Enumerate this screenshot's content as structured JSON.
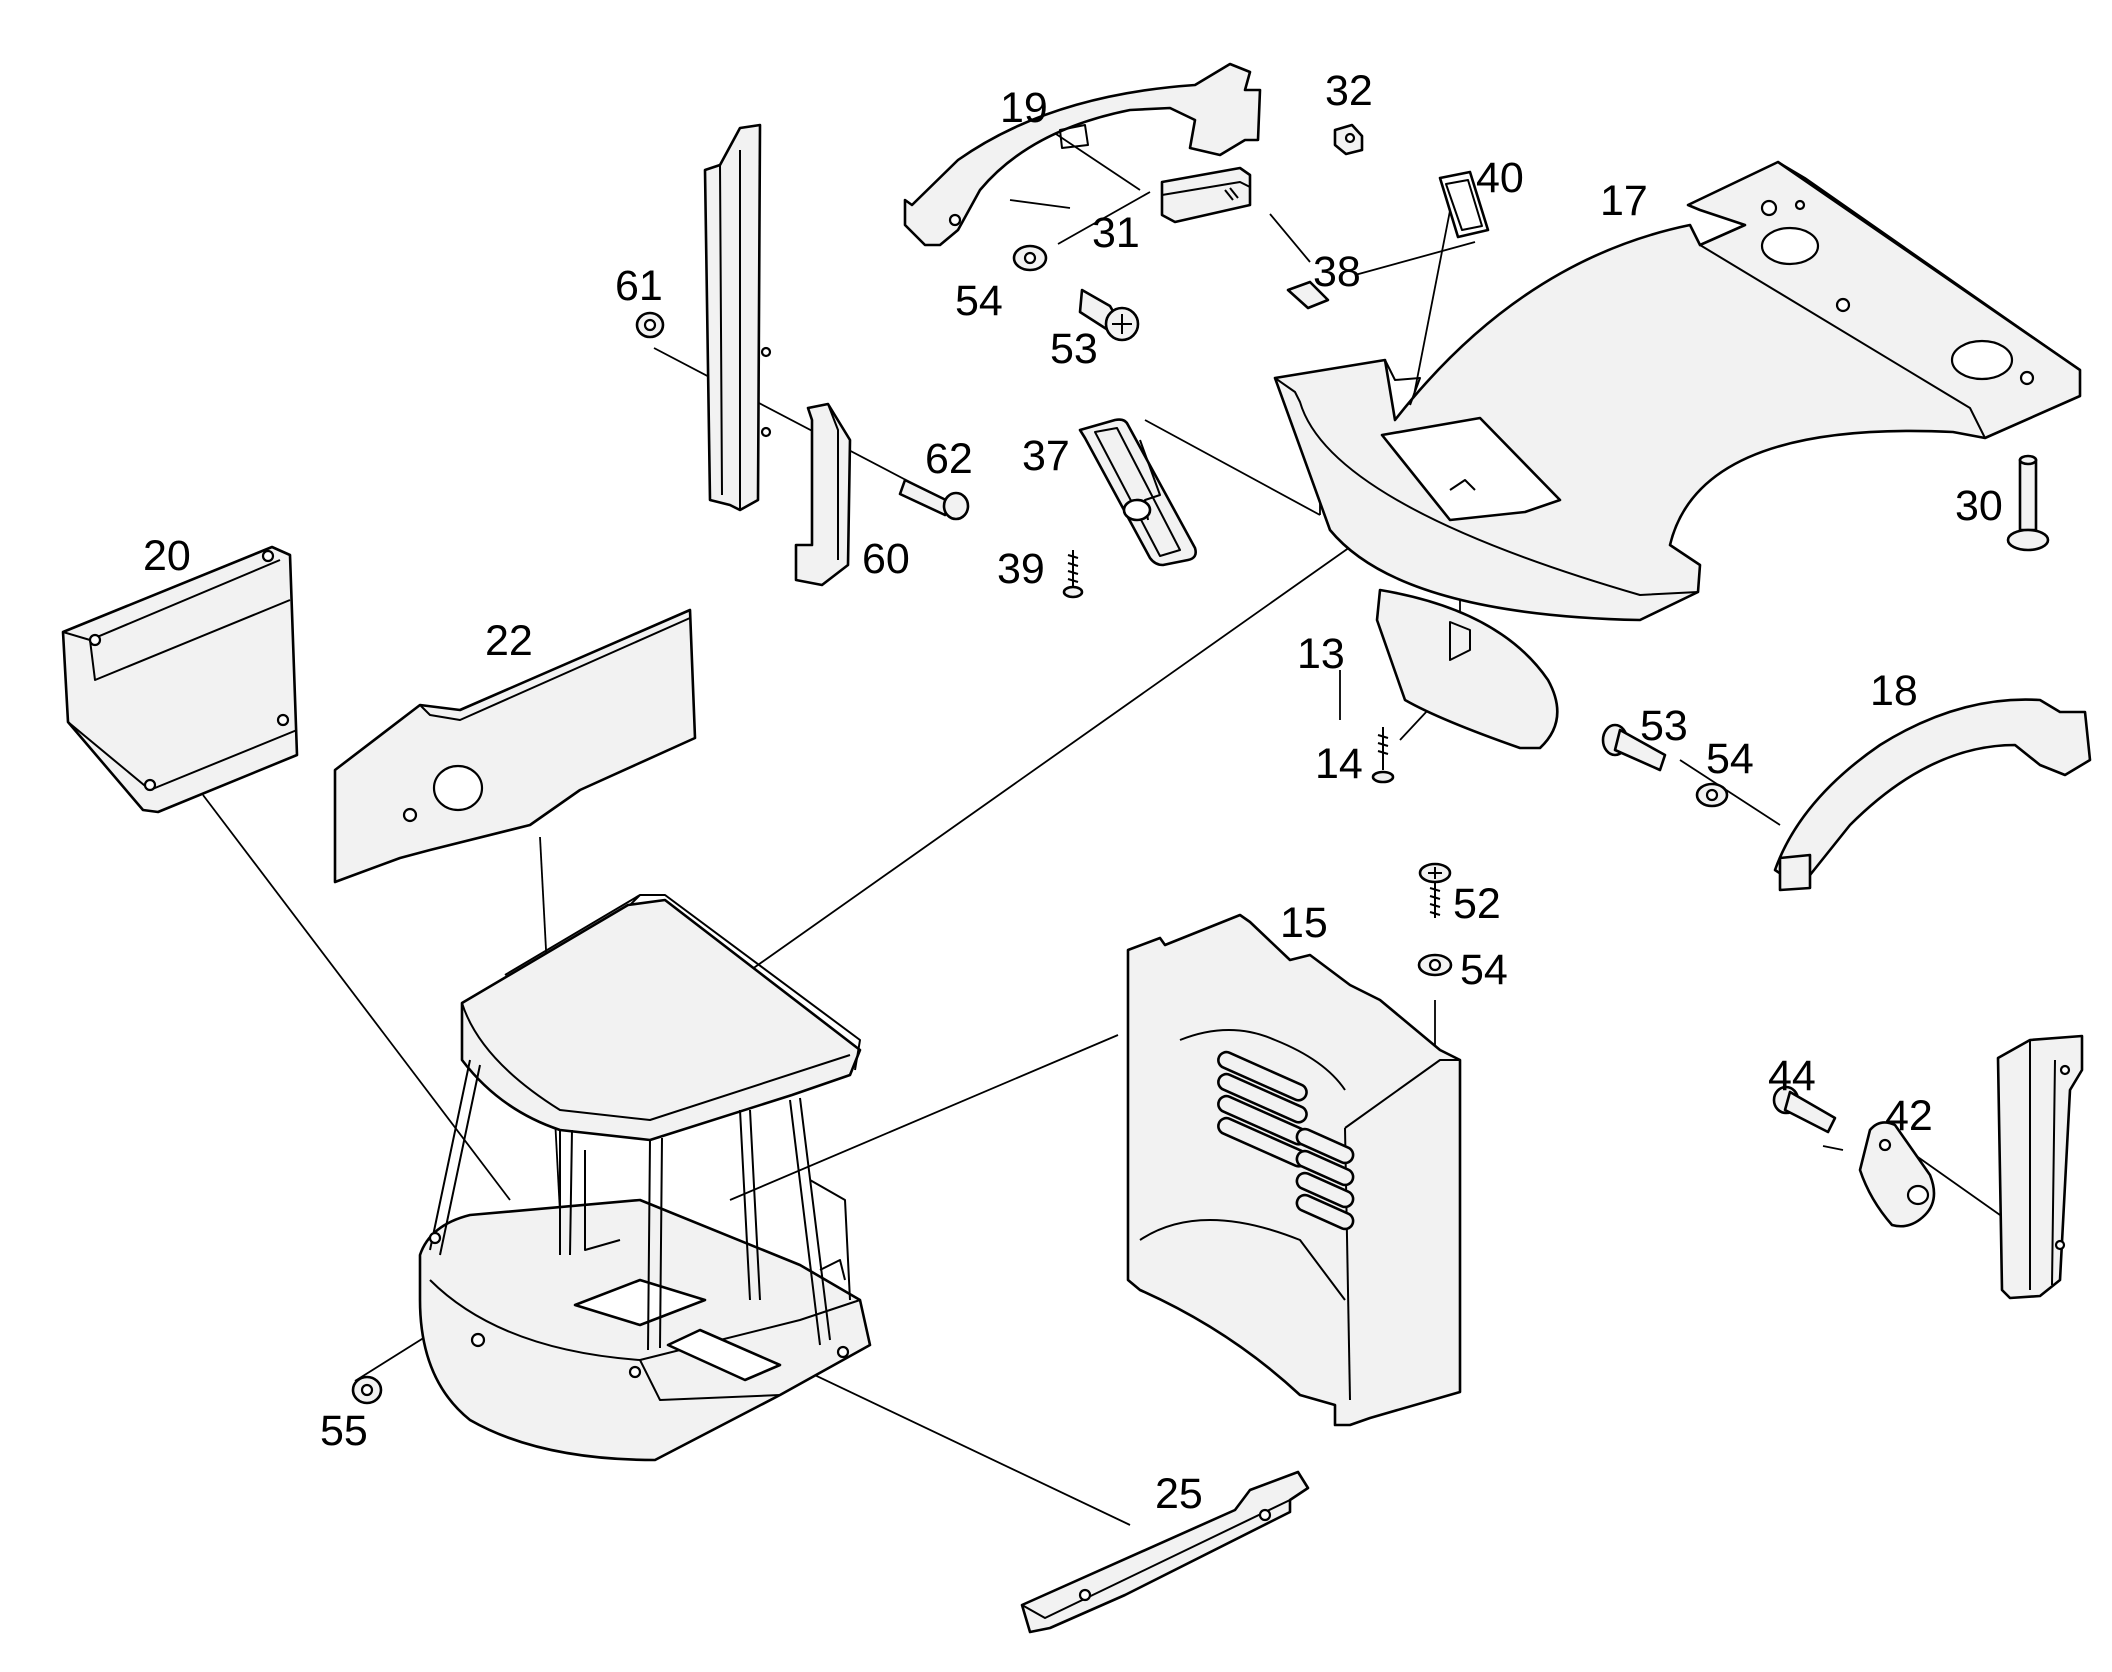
{
  "callouts": {
    "c13": "13",
    "c14": "14",
    "c15": "15",
    "c17": "17",
    "c18": "18",
    "c19": "19",
    "c20": "20",
    "c22": "22",
    "c25": "25",
    "c30": "30",
    "c31": "31",
    "c32": "32",
    "c37": "37",
    "c38": "38",
    "c39": "39",
    "c40": "40",
    "c42": "42",
    "c44": "44",
    "c52": "52",
    "c53a": "53",
    "c53b": "53",
    "c54a": "54",
    "c54b": "54",
    "c54c": "54",
    "c55": "55",
    "c60": "60",
    "c61": "61",
    "c62": "62"
  }
}
